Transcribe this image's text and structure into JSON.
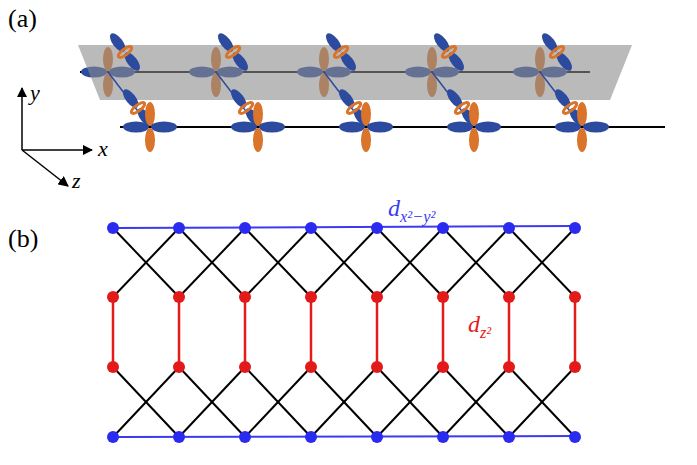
{
  "diagram": {
    "labels": [
      "(a)",
      "y",
      "x",
      "z",
      "(b)",
      "dx²−y²",
      "dz²"
    ]
  }
}
